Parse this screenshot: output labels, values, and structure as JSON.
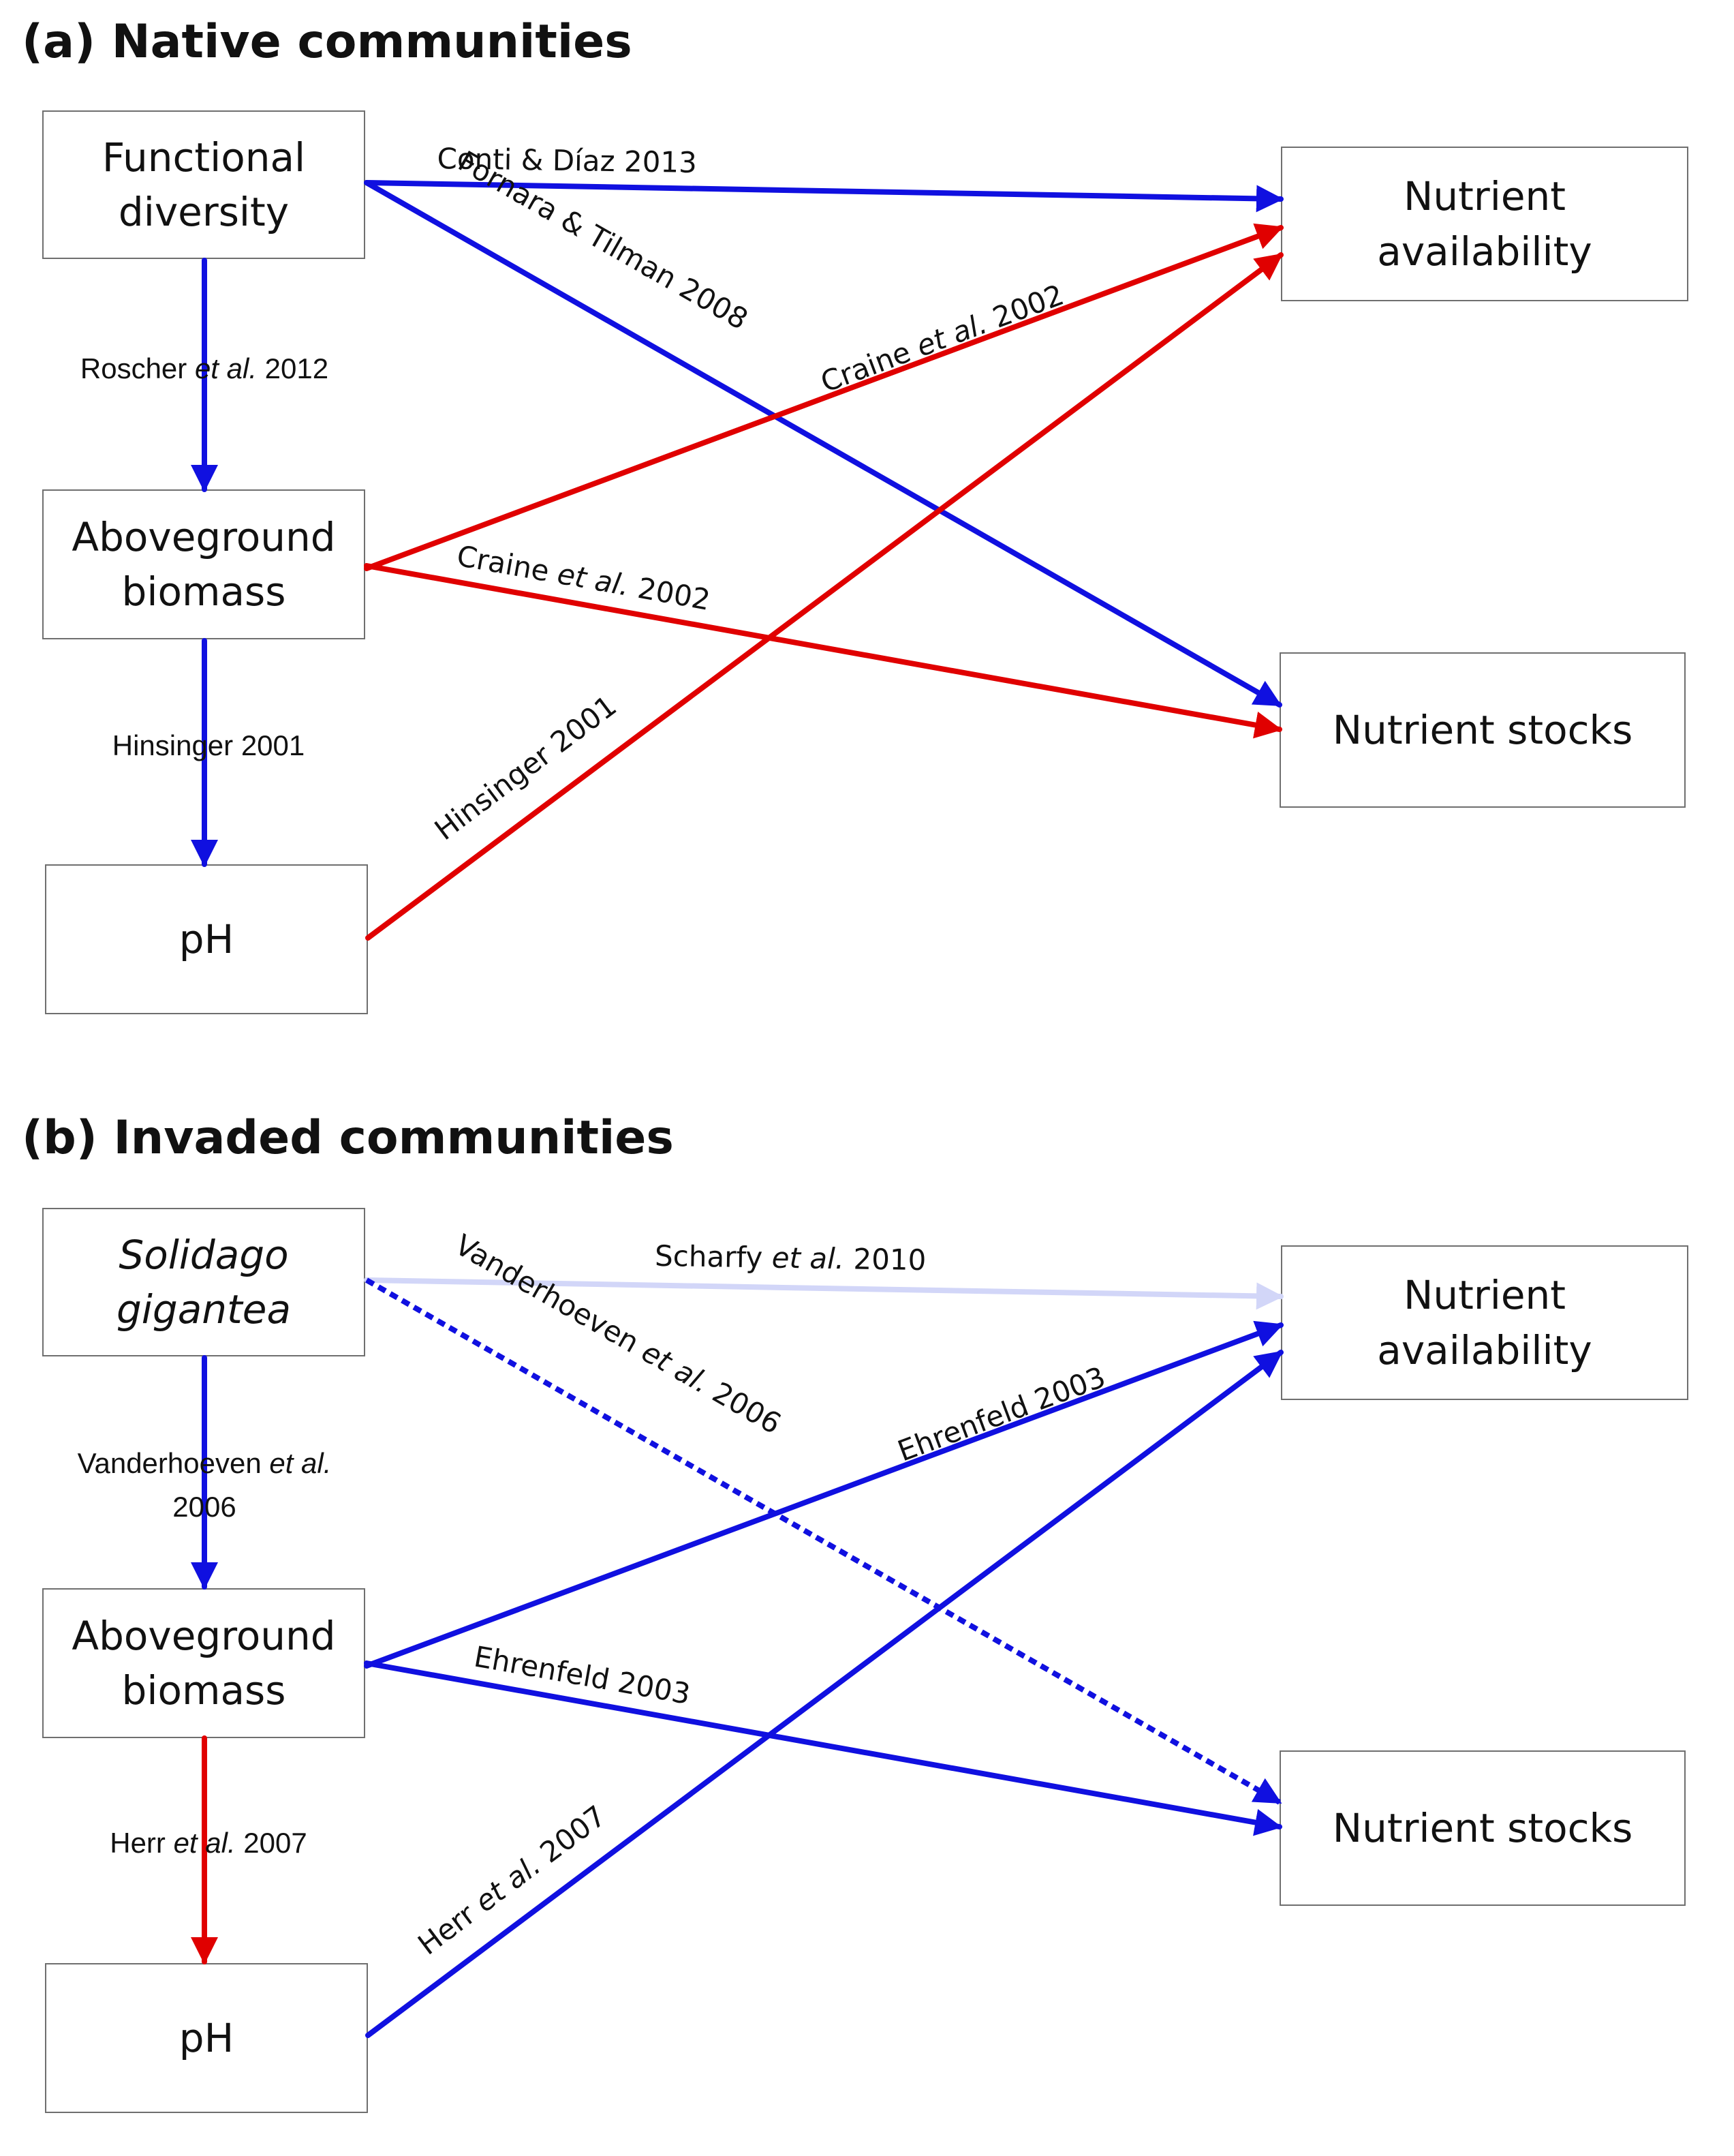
{
  "panels": [
    {
      "title": "(a) Native communities",
      "nodes": {
        "driver": {
          "lines": [
            "Functional",
            "diversity"
          ],
          "italic": false
        },
        "biomass": {
          "lines": [
            "Aboveground",
            "biomass"
          ]
        },
        "ph": {
          "lines": [
            "pH"
          ]
        },
        "availability": {
          "lines": [
            "Nutrient",
            "availability"
          ]
        },
        "stocks": {
          "lines": [
            "Nutrient stocks"
          ]
        }
      },
      "edges": [
        {
          "id": "driver-availability",
          "color": "#1010e0",
          "style": "solid",
          "label": [
            {
              "t": "Conti & Díaz 2013"
            }
          ]
        },
        {
          "id": "driver-stocks",
          "color": "#1010e0",
          "style": "solid",
          "label": [
            {
              "t": "Fornara & Tilman 2008"
            }
          ]
        },
        {
          "id": "biomass-availability",
          "color": "#e00000",
          "style": "solid",
          "label": [
            {
              "t": "Craine "
            },
            {
              "t": "et al.",
              "i": true
            },
            {
              "t": " 2002"
            }
          ]
        },
        {
          "id": "biomass-stocks",
          "color": "#e00000",
          "style": "solid",
          "label": [
            {
              "t": "Craine "
            },
            {
              "t": "et al.",
              "i": true
            },
            {
              "t": " 2002"
            }
          ]
        },
        {
          "id": "ph-availability",
          "color": "#e00000",
          "style": "solid",
          "label": [
            {
              "t": "Hinsinger 2001"
            }
          ]
        },
        {
          "id": "driver-biomass",
          "color": "#1010e0",
          "style": "solid",
          "label": [
            {
              "t": "Roscher "
            },
            {
              "t": "et al.",
              "i": true
            },
            {
              "t": " 2012"
            }
          ]
        },
        {
          "id": "biomass-ph",
          "color": "#1010e0",
          "style": "solid",
          "label": [
            {
              "t": "Hinsinger 2001"
            }
          ]
        }
      ]
    },
    {
      "title": "(b) Invaded communities",
      "nodes": {
        "driver": {
          "lines": [
            "Solidago",
            "gigantea"
          ],
          "italic": true
        },
        "biomass": {
          "lines": [
            "Aboveground",
            "biomass"
          ]
        },
        "ph": {
          "lines": [
            "pH"
          ]
        },
        "availability": {
          "lines": [
            "Nutrient",
            "availability"
          ]
        },
        "stocks": {
          "lines": [
            "Nutrient stocks"
          ]
        }
      },
      "edges": [
        {
          "id": "driver-availability",
          "color": "#d2d6f8",
          "style": "solid",
          "label": [
            {
              "t": "Scharfy "
            },
            {
              "t": "et al.",
              "i": true
            },
            {
              "t": " 2010"
            }
          ]
        },
        {
          "id": "driver-stocks",
          "color": "#1010e0",
          "style": "dotted",
          "label": [
            {
              "t": "Vanderhoeven "
            },
            {
              "t": "et al.",
              "i": true
            },
            {
              "t": " 2006"
            }
          ]
        },
        {
          "id": "biomass-availability",
          "color": "#1010e0",
          "style": "solid",
          "label": [
            {
              "t": "Ehrenfeld 2003"
            }
          ]
        },
        {
          "id": "biomass-stocks",
          "color": "#1010e0",
          "style": "solid",
          "label": [
            {
              "t": "Ehrenfeld 2003"
            }
          ]
        },
        {
          "id": "ph-availability",
          "color": "#1010e0",
          "style": "solid",
          "label": [
            {
              "t": "Herr "
            },
            {
              "t": "et al.",
              "i": true
            },
            {
              "t": " 2007"
            }
          ]
        },
        {
          "id": "driver-biomass",
          "color": "#1010e0",
          "style": "solid",
          "label": [
            {
              "t": "Vanderhoeven "
            },
            {
              "t": "et al.",
              "i": true
            }
          ],
          "label2": [
            {
              "t": "2006"
            }
          ]
        },
        {
          "id": "biomass-ph",
          "color": "#e00000",
          "style": "solid",
          "label": [
            {
              "t": "Herr "
            },
            {
              "t": "et al.",
              "i": true
            },
            {
              "t": " 2007"
            }
          ]
        }
      ]
    }
  ]
}
